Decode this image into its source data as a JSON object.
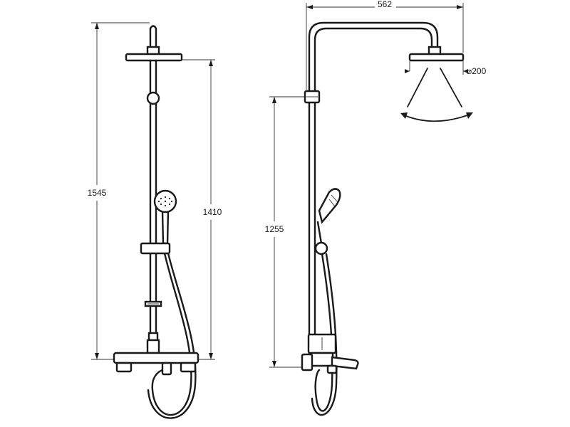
{
  "dimensions": {
    "front_total_height": "1545",
    "front_head_height": "1410",
    "side_slider_height": "1255",
    "side_arm_projection": "562",
    "head_diameter": "⌀200"
  }
}
